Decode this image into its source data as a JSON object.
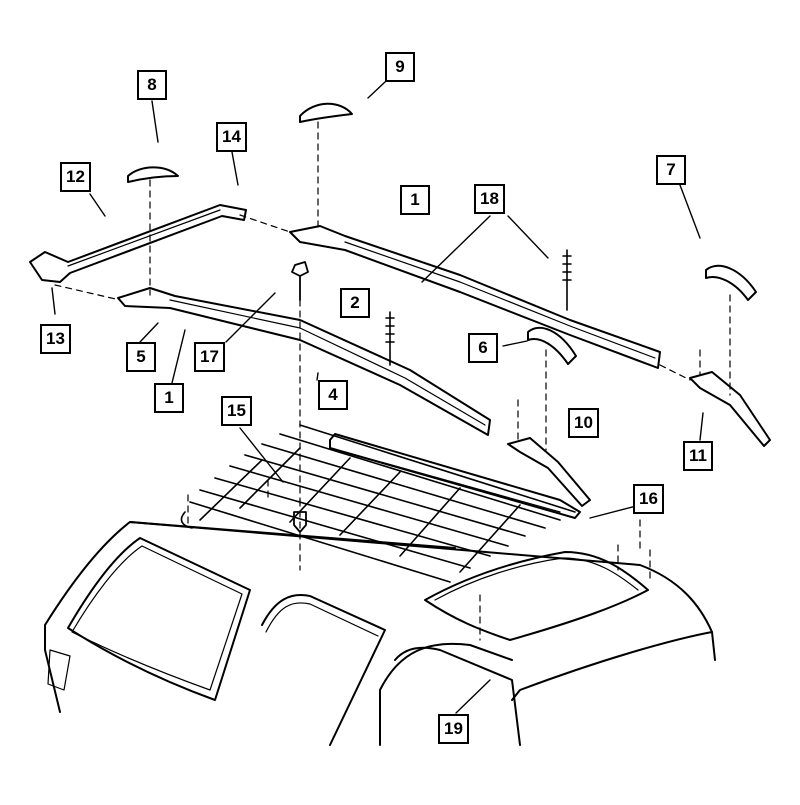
{
  "diagram": {
    "callouts": [
      "1",
      "1",
      "2",
      "4",
      "5",
      "6",
      "7",
      "8",
      "9",
      "10",
      "11",
      "12",
      "13",
      "14",
      "15",
      "16",
      "17",
      "18",
      "19"
    ],
    "colors": {
      "ink": "#000000",
      "paper": "#ffffff"
    }
  }
}
